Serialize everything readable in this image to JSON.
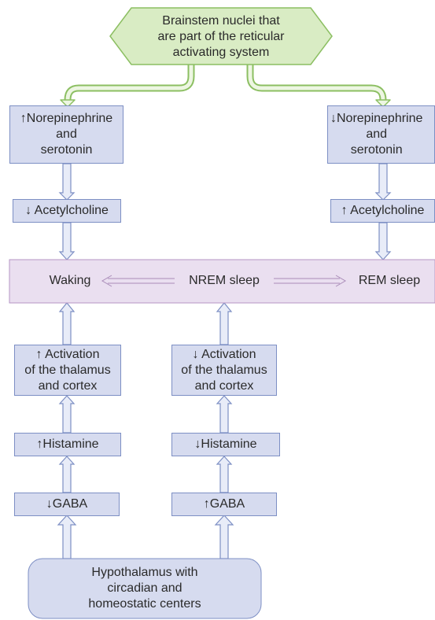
{
  "top_node": {
    "label": "Brainstem nuclei that\nare part of the reticular\nactivating system"
  },
  "left_chain": {
    "neurotransmitters": "↑Norepinephrine\nand\nserotonin",
    "acetylcholine": "↓ Acetylcholine"
  },
  "right_chain": {
    "neurotransmitters": "↓Norepinephrine\nand\nserotonin",
    "acetylcholine": "↑ Acetylcholine"
  },
  "states_band": {
    "waking": "Waking",
    "nrem": "NREM sleep",
    "rem": "REM sleep"
  },
  "waking_chain": {
    "activation": "↑ Activation\nof the thalamus\nand cortex",
    "histamine": "↑Histamine",
    "gaba": "↓GABA"
  },
  "nrem_chain": {
    "activation": "↓ Activation\nof the thalamus\nand cortex",
    "histamine": "↓Histamine",
    "gaba": "↑GABA"
  },
  "hypothalamus": {
    "label": "Hypothalamus with\ncircadian and\nhomeostatic centers"
  },
  "colors": {
    "box_fill": "#d6dbef",
    "box_border": "#7d8fc4",
    "top_fill": "#d9ecc4",
    "top_border": "#8cbf62",
    "band_fill": "#eadff0",
    "band_border": "#b594c4"
  }
}
